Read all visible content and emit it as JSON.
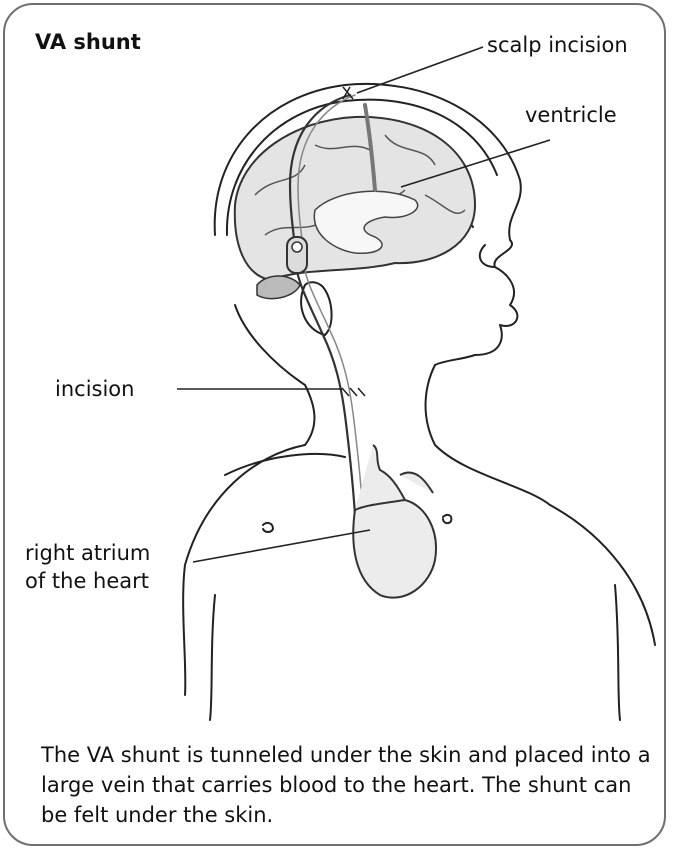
{
  "diagram": {
    "title": "VA shunt",
    "labels": {
      "scalp_incision": "scalp incision",
      "ventricle": "ventricle",
      "incision": "incision",
      "right_atrium_line1": "right atrium",
      "right_atrium_line2": "of the heart"
    },
    "caption": "The VA shunt is tunneled under the skin and placed into a large vein that carries blood to the heart. The shunt can be felt under the skin."
  }
}
